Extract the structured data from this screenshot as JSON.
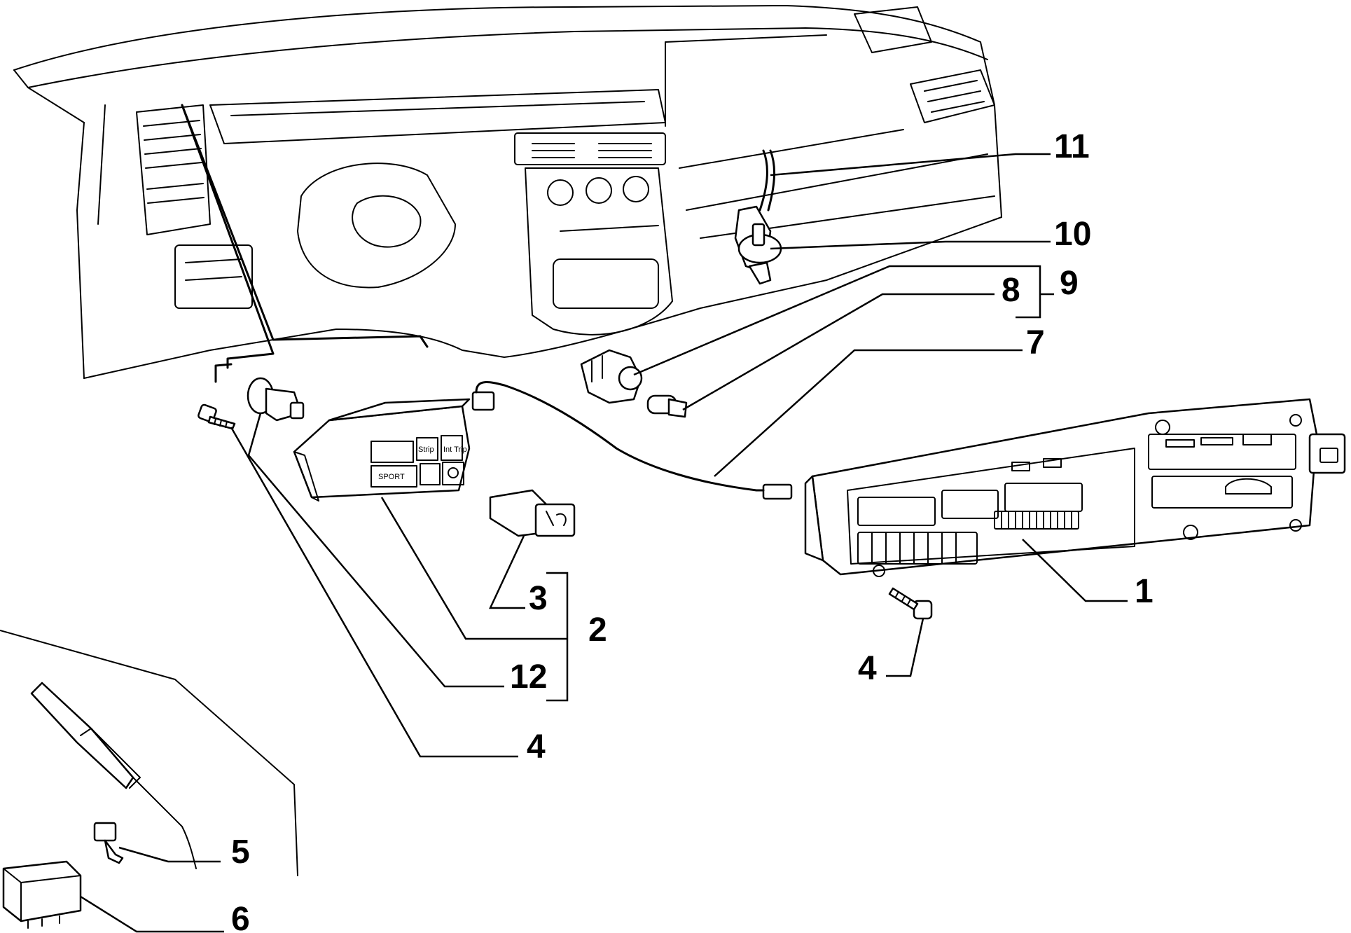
{
  "callouts": [
    {
      "id": "1",
      "label": "1"
    },
    {
      "id": "2",
      "label": "2"
    },
    {
      "id": "3",
      "label": "3"
    },
    {
      "id": "4a",
      "label": "4"
    },
    {
      "id": "4b",
      "label": "4"
    },
    {
      "id": "5",
      "label": "5"
    },
    {
      "id": "6",
      "label": "6"
    },
    {
      "id": "7",
      "label": "7"
    },
    {
      "id": "8",
      "label": "8"
    },
    {
      "id": "9",
      "label": "9"
    },
    {
      "id": "10",
      "label": "10"
    },
    {
      "id": "11",
      "label": "11"
    },
    {
      "id": "12",
      "label": "12"
    }
  ],
  "trip_computer": {
    "buttons": [
      "Strip",
      "Int Trip",
      "SPORT"
    ]
  }
}
